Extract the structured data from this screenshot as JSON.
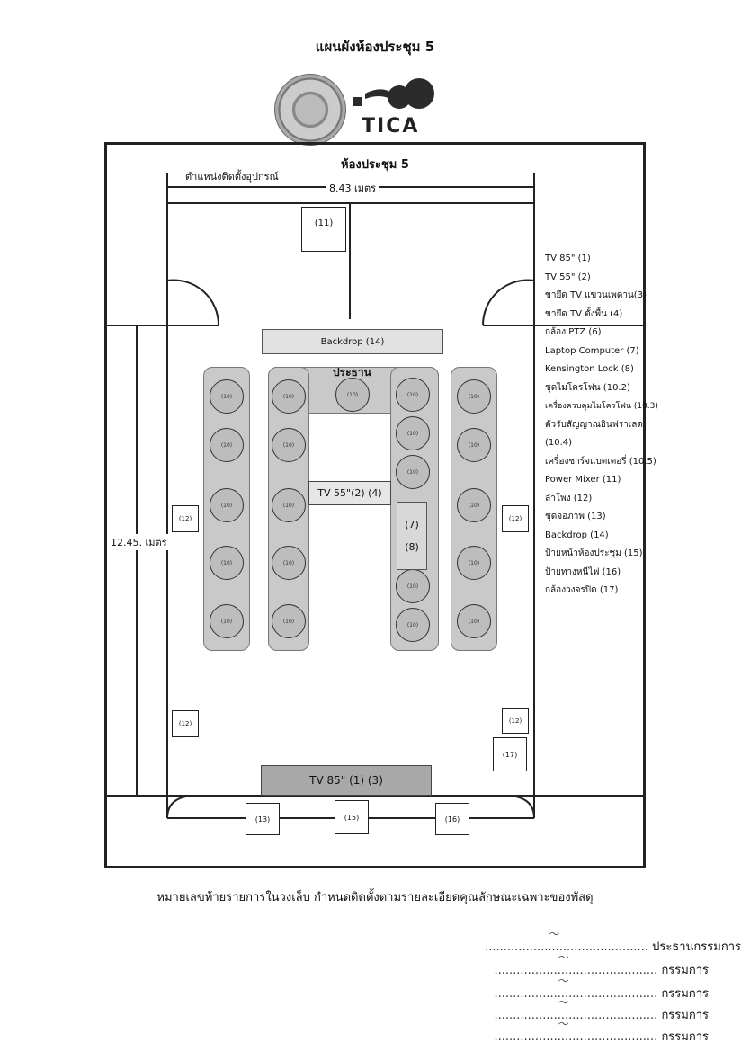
{
  "title": "แผนผังห้องประชุม 5",
  "logo_text": "TICA",
  "room_name": "ห้องประชุม 5",
  "device_position_label": "ตำแหน่งติดตั้งอุปกรณ์",
  "width_label": "8.43 เมตร",
  "height_label": "12.45. เมตร",
  "chair_label": "ประธาน",
  "backdrop_label": "Backdrop (14)",
  "tv55_label": "TV 55\"(2) (4)",
  "tv85_label": "TV 85\" (1) (3)",
  "laptop_label": "(7)",
  "lock_label": "(8)",
  "box_11": "(11)",
  "box_12": "(12)",
  "box_13": "(13)",
  "box_15": "(15)",
  "box_16": "(16)",
  "box_17": "(17)",
  "seat_label": "(10)",
  "legend": [
    "TV 85\" (1)",
    "TV 55\" (2)",
    "ขายึด TV แขวนเพดาน(3)",
    "ขายึด TV ตั้งพื้น (4)",
    "กล้อง PTZ (6)",
    "Laptop Computer (7)",
    "Kensington Lock (8)",
    "ชุดไมโครโฟน (10.2)",
    "เครื่องควบคุมไมโครโฟน (10.3)",
    "ตัวรับสัญญาณอินฟราเลด",
    "(10.4)",
    "เครื่องชาร์จแบตเตอรี่ (10.5)",
    "Power Mixer (11)",
    "ลำโพง (12)",
    "ชุดจอภาพ (13)",
    "Backdrop (14)",
    "ป้ายหน้าห้องประชุม (15)",
    "ป้ายทางหนีไฟ (16)",
    "กล้องวงจรปิด (17)"
  ],
  "note": "หมายเลขท้ายรายการในวงเล็บ กำหนดติดตั้งตามรายละเอียดคุณลักษณะเฉพาะของพัสดุ",
  "signatures": [
    {
      "role": "ประธานกรรมการ"
    },
    {
      "role": "กรรมการ"
    },
    {
      "role": "กรรมการ"
    },
    {
      "role": "กรรมการ"
    },
    {
      "role": "กรรมการ"
    }
  ],
  "colors": {
    "line": "#222222",
    "table": "#c9c9c9",
    "seat": "#bdbdbd",
    "tv85": "#a8a8a8",
    "logo_dark": "#2b2b2b"
  }
}
